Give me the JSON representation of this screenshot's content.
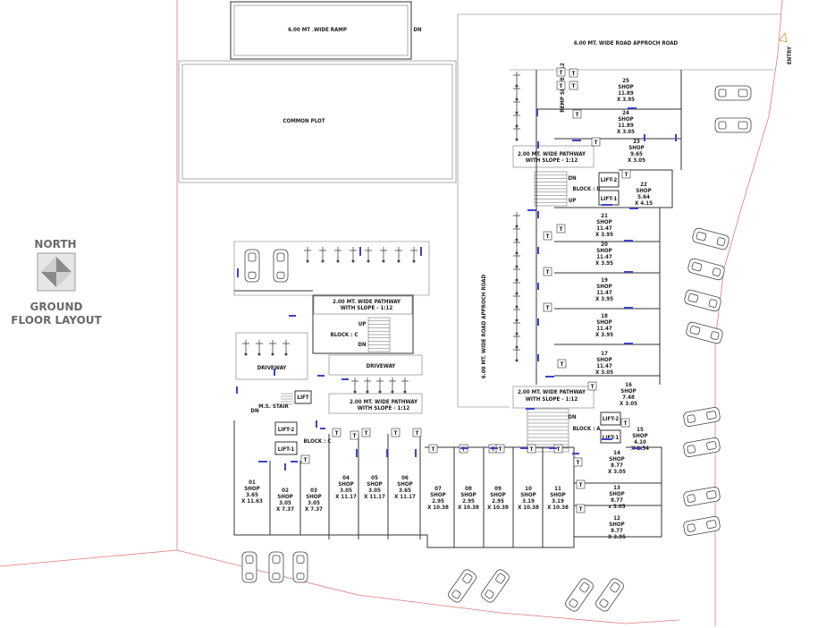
{
  "title": {
    "line1": "GROUND",
    "line2": "FLOOR LAYOUT"
  },
  "compass": {
    "label": "NORTH"
  },
  "labels": {
    "ramp": "6.00 MT .WIDE RAMP",
    "dn_ramp": "DN",
    "common_plot": "COMMON PLOT",
    "road_top": "6.00 MT. WIDE ROAD APPROCH ROAD",
    "road_vertical": "6.00 MT. WIDE ROAD APPROCH ROAD",
    "entry": "ENTRY",
    "ramp_slope": "REMP SLOPE 1:12",
    "pathway_l1": "2.00 MT. WIDE PATHWAY",
    "pathway_l2": "WITH SLOPE - 1:12",
    "block_c": "BLOCK : C",
    "block_b": "BLOCK : B",
    "block_a": "BLOCK : A",
    "up": "UP",
    "dn": "DN",
    "lift": "LIFT",
    "lift1": "LIFT-1",
    "lift2": "LIFT-2",
    "ms_stair": "M.S. STAIR",
    "driveway": "DRIVEWAY",
    "toilet": "T"
  },
  "shops": [
    {
      "no": "01",
      "type": "SHOP",
      "w": "3.65",
      "d": "X 11.63"
    },
    {
      "no": "02",
      "type": "SHOP",
      "w": "3.05",
      "d": "X 7.37"
    },
    {
      "no": "03",
      "type": "SHOP",
      "w": "3.05",
      "d": "X 7.37"
    },
    {
      "no": "04",
      "type": "SHOP",
      "w": "3.05",
      "d": "X 11.17"
    },
    {
      "no": "05",
      "type": "SHOP",
      "w": "3.05",
      "d": "X 11.17"
    },
    {
      "no": "06",
      "type": "SHOP",
      "w": "3.65",
      "d": "X 11.17"
    },
    {
      "no": "07",
      "type": "SHOP",
      "w": "2.95",
      "d": "X 10.38"
    },
    {
      "no": "08",
      "type": "SHOP",
      "w": "2.95",
      "d": "X 10.38"
    },
    {
      "no": "09",
      "type": "SHOP",
      "w": "2.95",
      "d": "X 10.38"
    },
    {
      "no": "10",
      "type": "SHOP",
      "w": "3.19",
      "d": "X 10.38"
    },
    {
      "no": "11",
      "type": "SHOP",
      "w": "3.19",
      "d": "X 10.38"
    },
    {
      "no": "12",
      "type": "SHOP",
      "w": "8.77",
      "d": "X 3.95"
    },
    {
      "no": "13",
      "type": "SHOP",
      "w": "8.77",
      "d": "x 3.05"
    },
    {
      "no": "14",
      "type": "SHOP",
      "w": "8.77",
      "d": "X 3.05"
    },
    {
      "no": "15",
      "type": "SHOP",
      "w": "4.10",
      "d": "X 2.54"
    },
    {
      "no": "16",
      "type": "SHOP",
      "w": "7.48",
      "d": "X 3.05"
    },
    {
      "no": "17",
      "type": "SHOP",
      "w": "11.47",
      "d": "X 3.05"
    },
    {
      "no": "18",
      "type": "SHOP",
      "w": "11.47",
      "d": "X 3.95"
    },
    {
      "no": "19",
      "type": "SHOP",
      "w": "11.47",
      "d": "X 3.95"
    },
    {
      "no": "20",
      "type": "SHOP",
      "w": "11.47",
      "d": "X 3.95"
    },
    {
      "no": "21",
      "type": "SHOP",
      "w": "11.47",
      "d": "X 3.95"
    },
    {
      "no": "22",
      "type": "SHOP",
      "w": "5.64",
      "d": "X 4.15"
    },
    {
      "no": "23",
      "type": "SHOP",
      "w": "9.65",
      "d": "X 3.05"
    },
    {
      "no": "24",
      "type": "SHOP",
      "w": "11.89",
      "d": "X 3.05"
    },
    {
      "no": "25",
      "type": "SHOP",
      "w": "11.89",
      "d": "X 3.95"
    }
  ]
}
